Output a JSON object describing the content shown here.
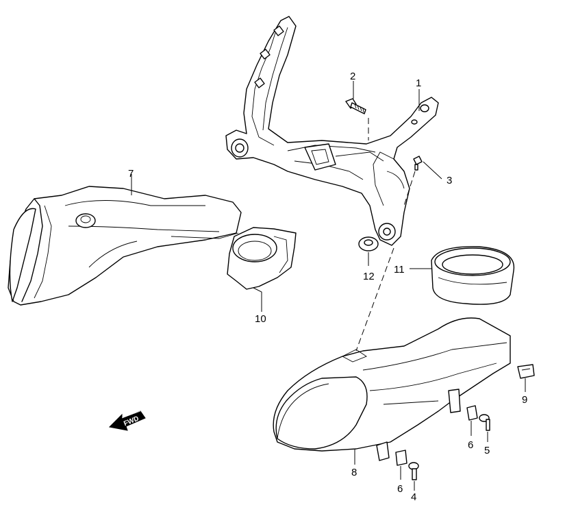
{
  "callouts": [
    {
      "id": "1",
      "label": "1"
    },
    {
      "id": "2",
      "label": "2"
    },
    {
      "id": "3",
      "label": "3"
    },
    {
      "id": "4",
      "label": "4"
    },
    {
      "id": "5",
      "label": "5"
    },
    {
      "id": "6a",
      "label": "6"
    },
    {
      "id": "6b",
      "label": "6"
    },
    {
      "id": "7",
      "label": "7"
    },
    {
      "id": "8",
      "label": "8"
    },
    {
      "id": "9",
      "label": "9"
    },
    {
      "id": "10",
      "label": "10"
    },
    {
      "id": "11",
      "label": "11"
    },
    {
      "id": "12",
      "label": "12"
    }
  ],
  "direction_marker": {
    "label": "FWD",
    "icon": "forward-arrow-icon"
  }
}
